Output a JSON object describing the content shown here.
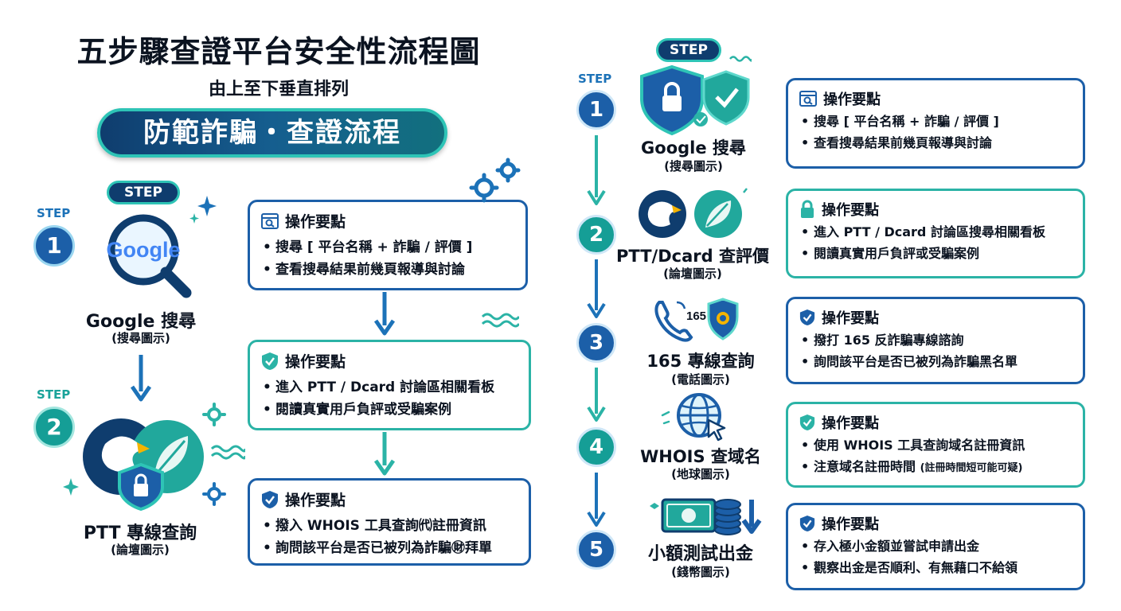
{
  "title": "五步驟查證平台安全性流程圖",
  "subtitle": "由上至下垂直排列",
  "banner": "防範詐騙・查證流程",
  "colors": {
    "navy": "#0f3d6e",
    "blue": "#1c5fa8",
    "teal": "#2bb3a6",
    "step_blue": "#1c72b8"
  },
  "left": {
    "step1": {
      "pill": "STEP",
      "word": "STEP",
      "number": "1",
      "icon": "google-magnifier-icon",
      "logo_text": "Google",
      "label": "Google 搜尋",
      "sublabel": "(搜尋圖示)",
      "box": {
        "icon": "browser-search-icon",
        "heading": "操作要點",
        "items": [
          "搜尋 [ 平台名稱 + 詐騙 / 評價 ]",
          "查看搜尋結果前幾頁報導與討論"
        ]
      }
    },
    "step2": {
      "word": "STEP",
      "number": "2",
      "icon": "eagle-leaf-lock-icon",
      "label": "PTT 專線查詢",
      "sublabel": "(論壇圖示)",
      "box1": {
        "icon": "shield-check-icon",
        "heading": "操作要點",
        "items": [
          "進入 PTT / Dcard 討論區相關看板",
          "閱讀真實用戶負評或受騙案例"
        ]
      },
      "box2": {
        "icon": "shield-check-icon",
        "heading": "操作要點",
        "items": [
          "撥入 WHOIS 工具查詢㈹註冊資訊",
          "詢問該平台是否已被列為詐騙㊖拜單"
        ]
      }
    }
  },
  "right": {
    "steps": [
      {
        "pill": "STEP",
        "word": "STEP",
        "number": "1",
        "icon": "shield-lock-icon",
        "label": "Google 搜尋",
        "sublabel": "(搜尋圖示)",
        "box": {
          "icon": "browser-search-icon",
          "heading": "操作要點",
          "items": [
            "搜尋 [ 平台名稱 + 詐騙 / 評價 ]",
            "查看搜尋結果前幾頁報導與討論"
          ]
        }
      },
      {
        "number": "2",
        "icon": "eagle-leaf-icon",
        "label": "PTT/Dcard 查評價",
        "sublabel": "(論壇圖示)",
        "box": {
          "icon": "padlock-icon",
          "heading": "操作要點",
          "items": [
            "進入 PTT / Dcard 討論區搜尋相關看板",
            "閱讀真實用戶負評或受騙案例"
          ]
        }
      },
      {
        "number": "3",
        "icon": "phone-badge-icon",
        "icon_text": "165",
        "label": "165 專線查詢",
        "sublabel": "(電話圖示)",
        "box": {
          "icon": "shield-check-icon",
          "heading": "操作要點",
          "items": [
            "撥打 165 反詐騙專線諮詢",
            "詢問該平台是否已被列為詐騙黑名單"
          ]
        }
      },
      {
        "number": "4",
        "icon": "globe-cursor-icon",
        "label": "WHOIS 查域名",
        "sublabel": "(地球圖示)",
        "box": {
          "icon": "shield-check-icon",
          "heading": "操作要點",
          "items": [
            "使用 WHOIS 工具查詢域名註冊資訊",
            "注意域名註冊時間"
          ],
          "note": "(註冊時間短可能可疑)"
        }
      },
      {
        "number": "5",
        "icon": "money-coins-icon",
        "label": "小額測試出金",
        "sublabel": "(錢幣圖示)",
        "box": {
          "icon": "shield-check-icon",
          "heading": "操作要點",
          "items": [
            "存入極小金額並嘗試申請出金",
            "觀察出金是否順利、有無藉口不給領"
          ]
        }
      }
    ]
  }
}
